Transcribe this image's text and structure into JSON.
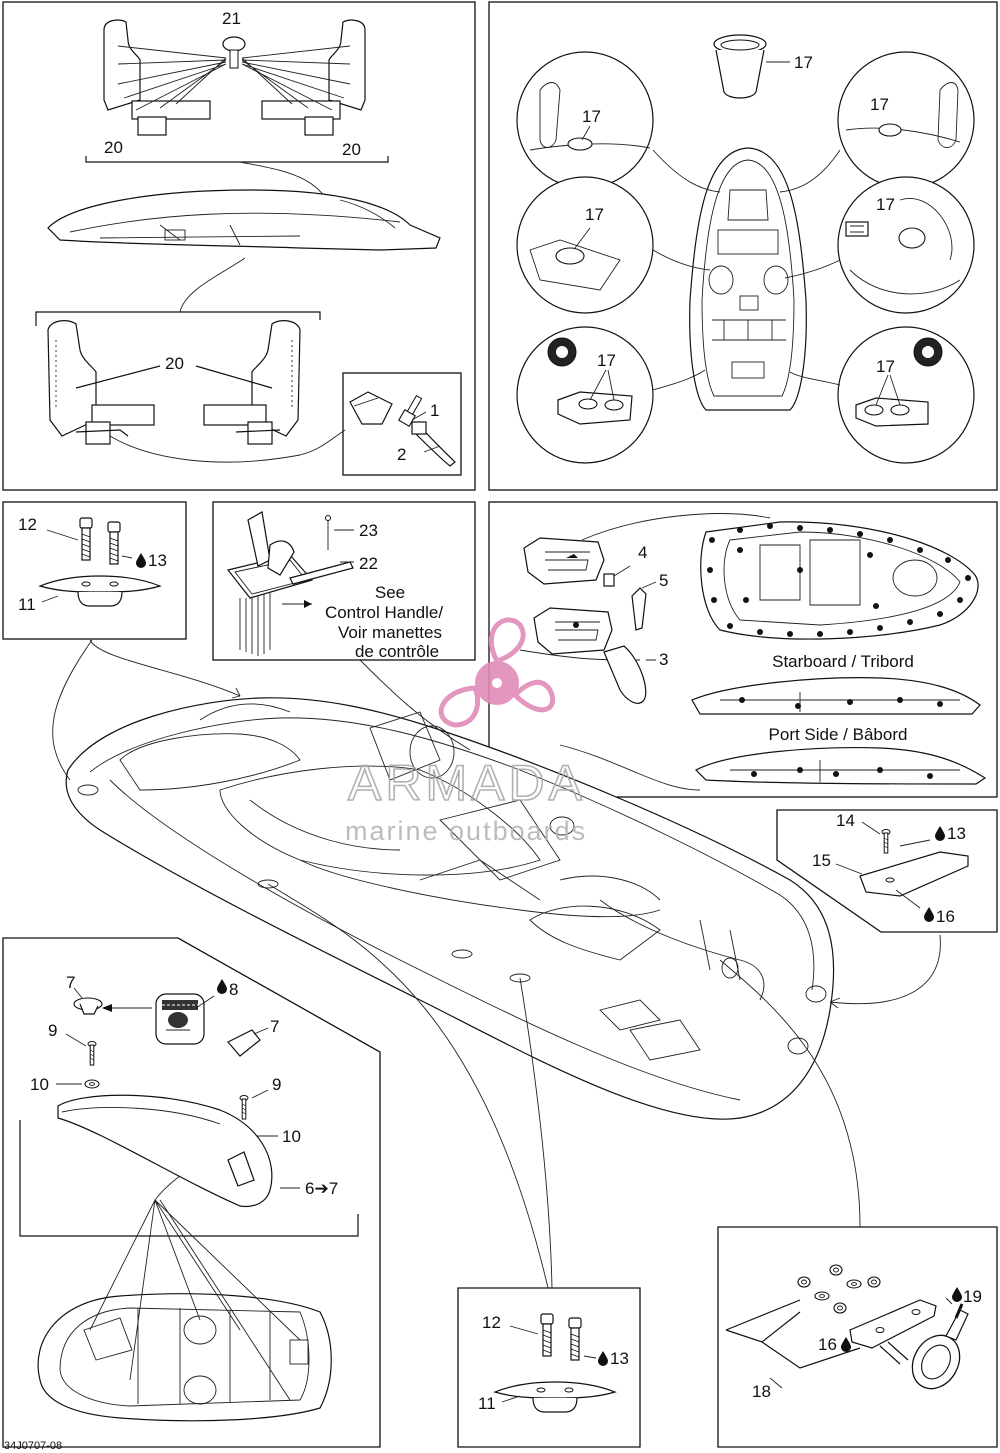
{
  "watermark": {
    "brand": "ARMADA",
    "tagline": "marine outboards",
    "brand_color": "#e08bb7"
  },
  "reference_code": "34J0707-08",
  "callouts": {
    "p1": "1",
    "p2": "2",
    "p3": "3",
    "p4": "4",
    "p5": "5",
    "p6_7": "6➔7",
    "p7a": "7",
    "p7b": "7",
    "p8": "8",
    "p9a": "9",
    "p9b": "9",
    "p10a": "10",
    "p10b": "10",
    "p11a": "11",
    "p11b": "11",
    "p12a": "12",
    "p12b": "12",
    "p13a": "13",
    "p13b": "13",
    "p13c": "13",
    "p14": "14",
    "p15": "15",
    "p16a": "16",
    "p16b": "16",
    "p17": "17",
    "p18": "18",
    "p19": "19",
    "p20a": "20",
    "p20b": "20",
    "p20c": "20",
    "p21": "21",
    "p22": "22",
    "p23": "23"
  },
  "labels": {
    "see": "See",
    "control_handle": "Control Handle/",
    "voir": "Voir manettes",
    "controle": "de contrôle",
    "starboard": "Starboard / Tribord",
    "port": "Port Side / Bâbord"
  },
  "icons": {
    "sealant": "drop-icon",
    "arrow": "arrow-right-icon"
  }
}
